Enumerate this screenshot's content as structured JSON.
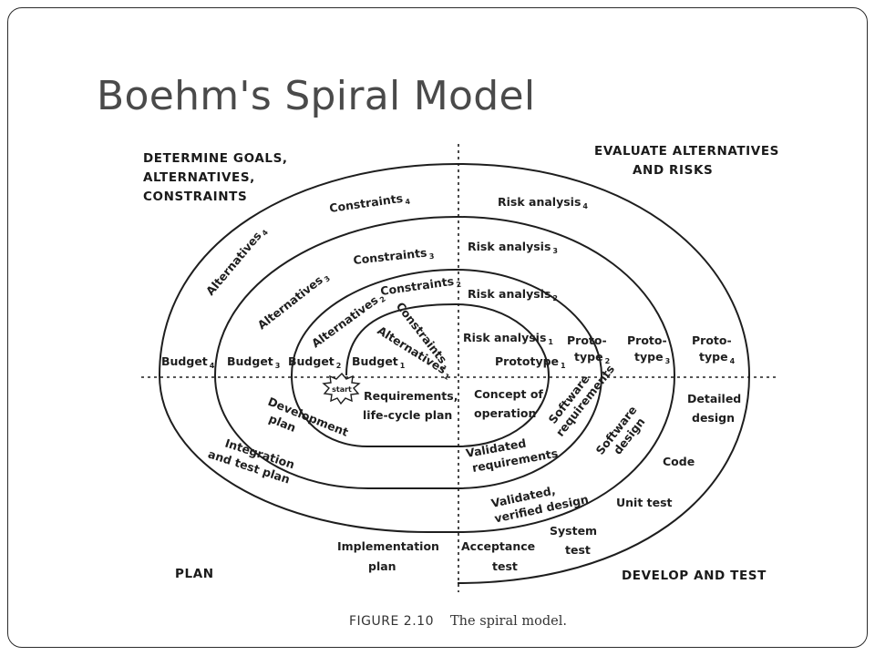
{
  "slide": {
    "title": "Boehm's Spiral Model"
  },
  "quadrants": {
    "top_left": [
      "DETERMINE GOALS,",
      "ALTERNATIVES,",
      "CONSTRAINTS"
    ],
    "top_right": [
      "EVALUATE ALTERNATIVES",
      "AND RISKS"
    ],
    "bottom_left": "PLAN",
    "bottom_right": "DEVELOP AND TEST"
  },
  "labels": {
    "constraints": "Constraints",
    "alternatives": "Alternatives",
    "risk_analysis": "Risk analysis",
    "budget": "Budget",
    "prototype": "Prototype",
    "proto_hyphen": "Proto-",
    "type": "type",
    "sub_1": "1",
    "sub_2": "2",
    "sub_3": "3",
    "sub_4": "4",
    "start": "start",
    "requirements_lifecycle": [
      "Requirements,",
      "life-cycle plan"
    ],
    "concept_of_operation": [
      "Concept of",
      "operation"
    ],
    "software_requirements": [
      "Software",
      "requirements"
    ],
    "software_design": [
      "Software",
      "design"
    ],
    "detailed_design": [
      "Detailed",
      "design"
    ],
    "code": "Code",
    "unit_test": "Unit test",
    "system_test": [
      "System",
      "test"
    ],
    "acceptance_test": [
      "Acceptance",
      "test"
    ],
    "implementation_plan": [
      "Implementation",
      "plan"
    ],
    "integration_test_plan": [
      "Integration",
      "and test plan"
    ],
    "development_plan": [
      "Development",
      "plan"
    ],
    "validated_requirements": [
      "Validated",
      "requirements"
    ],
    "validated_verified_design": [
      "Validated,",
      "verified design"
    ]
  },
  "caption": {
    "figure": "FIGURE 2.10",
    "text": "The spiral model."
  }
}
